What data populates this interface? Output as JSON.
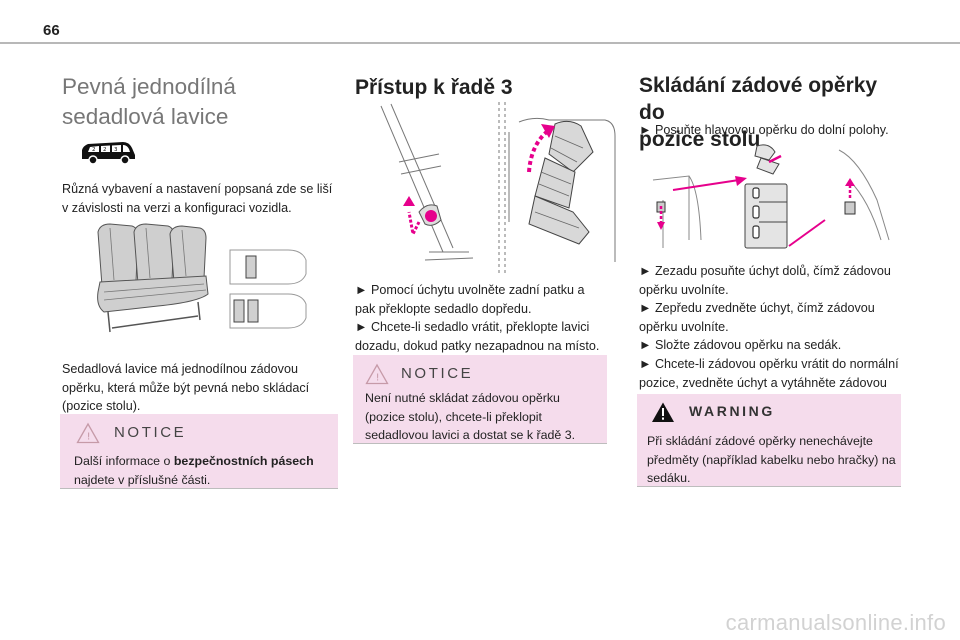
{
  "page": {
    "number": "66",
    "footer": "carmanualsonline.info"
  },
  "col1": {
    "title_line1": "Pevná jednodílná",
    "title_line2": "sedadlová lavice",
    "para1": "Různá vybavení a nastavení popsaná zde se liší v závislosti na verzi a konfiguraci vozidla.",
    "para2": "Sedadlová lavice má jednodílnou zádovou opěrku, která může být pevná nebo skládací (pozice stolu).",
    "notice": {
      "title": "NOTICE",
      "text_before": "Další informace o ",
      "text_bold": "bezpečnostních pásech",
      "text_after": " najdete v příslušné části."
    }
  },
  "col2": {
    "title": "Přístup k řadě 3",
    "step1": "► Pomocí úchytu uvolněte zadní patku a pak překlopte sedadlo dopředu.",
    "step2": "► Chcete-li sedadlo vrátit, překlopte lavici dozadu, dokud patky nezapadnou na místo.",
    "notice": {
      "title": "NOTICE",
      "text": "Není nutné skládat zádovou opěrku (pozice stolu), chcete-li překlopit sedadlovou lavici a dostat se k řadě 3."
    }
  },
  "col3": {
    "title_line1": "Skládání zádové opěrky do",
    "title_line2": "pozice stolu",
    "intro": "► Posuňte hlavovou opěrku do dolní polohy.",
    "step1": "► Zezadu posuňte úchyt dolů, čímž zádovou opěrku uvolníte.",
    "step2": "► Zepředu zvedněte úchyt, čímž zádovou opěrku uvolníte.",
    "step3": "► Složte zádovou opěrku na sedák.",
    "step4": "► Chcete-li zádovou opěrku vrátit do normální pozice, zvedněte úchyt a vytáhněte zádovou opěrku nahoru.",
    "warning": {
      "title": "WARNING",
      "text": "Při skládání zádové opěrky nenechávejte předměty (například kabelku nebo hračky) na sedáku."
    }
  },
  "colors": {
    "notice_bg": "#f5dcec",
    "accent_magenta": "#e6008c",
    "title_grey": "#777777"
  }
}
